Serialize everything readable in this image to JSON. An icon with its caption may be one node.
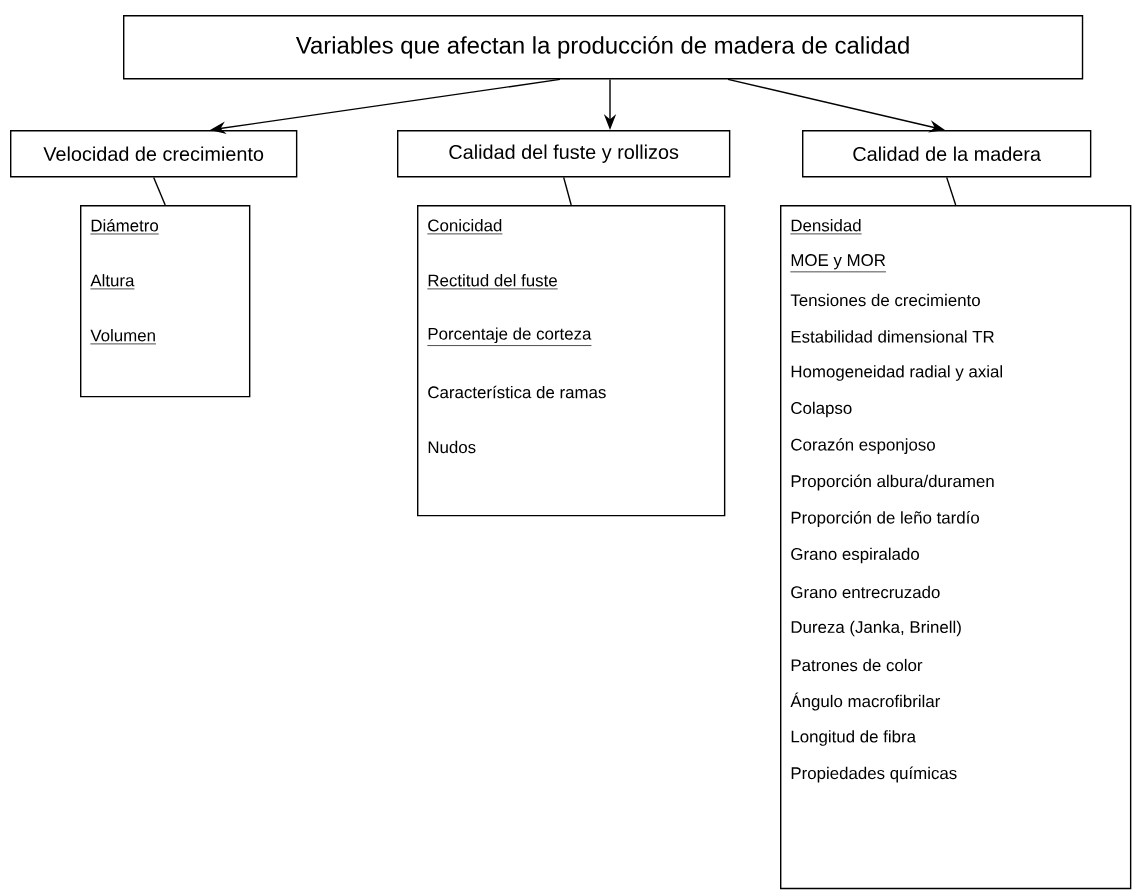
{
  "diagram": {
    "nodes": [
      {
        "text": [
          "Variables que afectan la producción de madera de calidad"
        ]
      },
      {
        "text": [
          "Velocidad de crecimiento"
        ]
      },
      {
        "text": [
          "Calidad del fuste y rollizos"
        ]
      },
      {
        "text": [
          "Calidad de la madera"
        ]
      },
      {
        "text": [
          "Diámetro",
          "Altura",
          "Volumen"
        ]
      },
      {
        "text": [
          "Conicidad",
          "Rectitud del fuste",
          "Porcentaje de corteza",
          "Característica de ramas",
          "Nudos"
        ]
      },
      {
        "text": [
          "Densidad",
          "MOE y MOR",
          "Tensiones de crecimiento",
          "Estabilidad dimensional TR",
          "Homogeneidad radial y axial",
          "Colapso",
          "Corazón esponjoso",
          "Proporción albura/duramen",
          "Proporción de leño tardío",
          "Grano espiralado",
          "Grano entrecruzado",
          "Dureza (Janka, Brinell)",
          "Patrones de color",
          "Ángulo macrofibrilar",
          "Longitud de fibra",
          "Propiedades químicas"
        ]
      }
    ],
    "edges": [
      {
        "from": 0,
        "to": 1,
        "arrow": "to"
      },
      {
        "from": 0,
        "to": 2,
        "arrow": "to"
      },
      {
        "from": 0,
        "to": 3,
        "arrow": "to"
      },
      {
        "from": 1,
        "to": 4,
        "arrow": "none"
      },
      {
        "from": 2,
        "to": 5,
        "arrow": "none"
      },
      {
        "from": 3,
        "to": 6,
        "arrow": "none"
      }
    ]
  }
}
